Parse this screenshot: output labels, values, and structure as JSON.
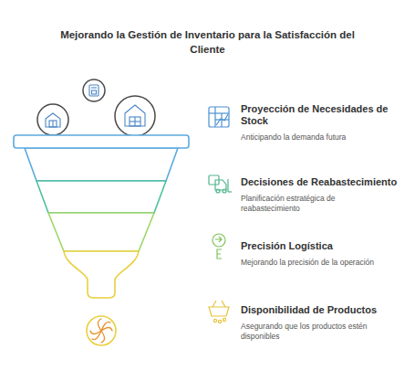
{
  "diagram": {
    "title": "Mejorando la Gestión de Inventario para la Satisfacción del Cliente",
    "nodes": [
      {
        "text": [
          "Proyección de Necesidades de Stock",
          "Anticipando la demanda futura"
        ]
      },
      {
        "text": [
          "Decisiones de Reabastecimiento",
          "Planificación estratégica de reabastecimiento"
        ]
      },
      {
        "text": [
          "Precisión Logística",
          "Mejorando la precisión de la operación"
        ]
      },
      {
        "text": [
          "Disponibilidad de Productos",
          "Asegurando que los productos estén disponibles"
        ]
      }
    ]
  }
}
